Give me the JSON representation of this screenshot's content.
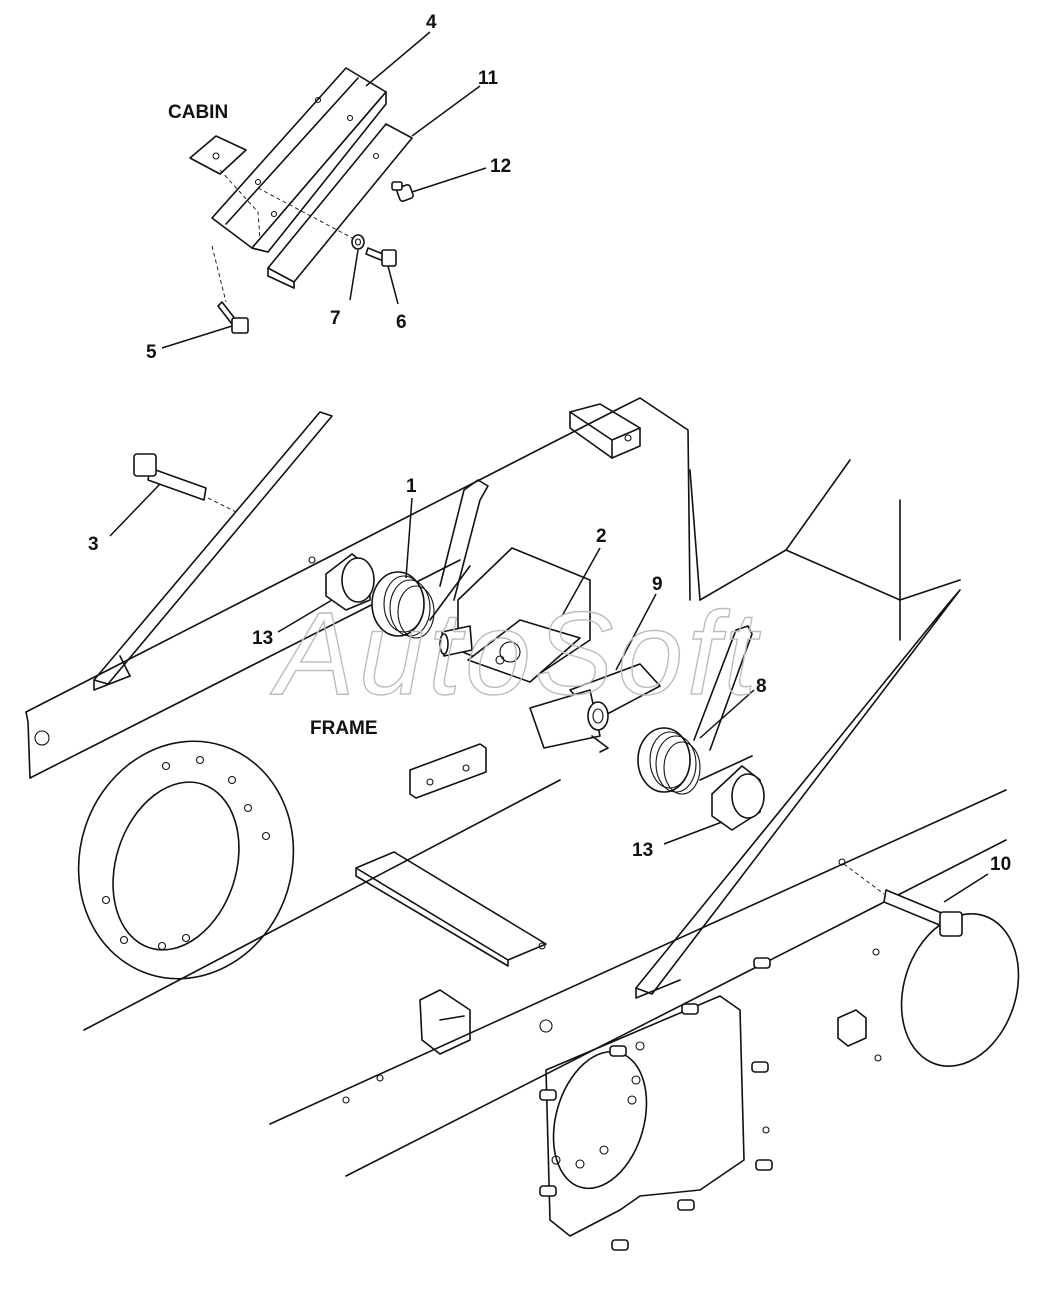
{
  "labels": {
    "cabin": "CABIN",
    "frame": "FRAME"
  },
  "callouts": {
    "c1": "1",
    "c2": "2",
    "c3": "3",
    "c4": "4",
    "c5": "5",
    "c6": "6",
    "c7": "7",
    "c8": "8",
    "c9": "9",
    "c10": "10",
    "c11": "11",
    "c12": "12",
    "c13a": "13",
    "c13b": "13"
  },
  "watermark": "AutoSoft",
  "colors": {
    "line": "#111111",
    "background": "#ffffff",
    "watermark": "#bdbdbd"
  }
}
